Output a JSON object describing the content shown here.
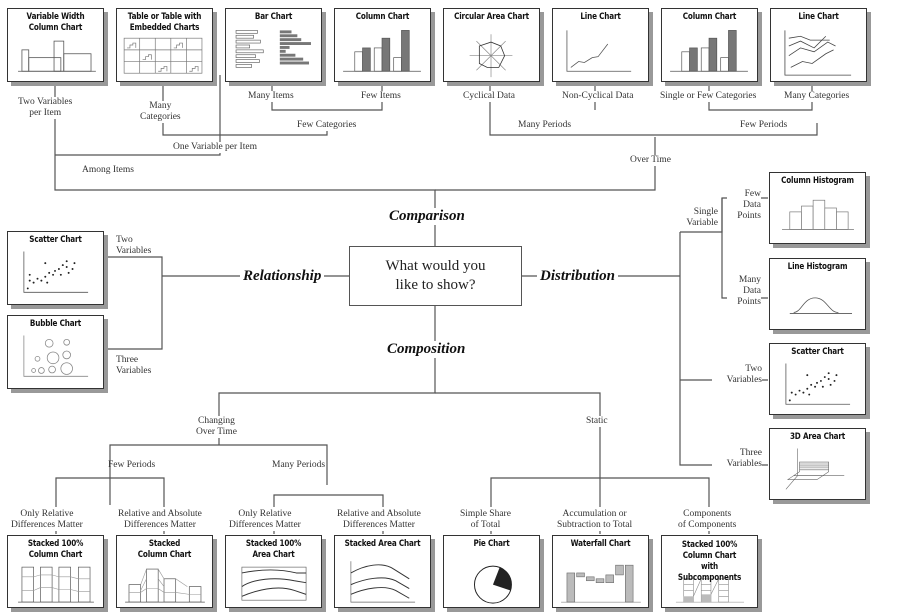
{
  "center_question": "What would you\nlike to show?",
  "categories": {
    "comparison": "Comparison",
    "relationship": "Relationship",
    "distribution": "Distribution",
    "composition": "Composition"
  },
  "comparison": {
    "among_items": "Among Items",
    "over_time": "Over Time",
    "two_variables_per_item": "Two Variables\nper Item",
    "one_variable_per_item": "One Variable per Item",
    "many_categories": "Many\nCategories",
    "few_categories": "Few Categories",
    "many_items": "Many Items",
    "few_items": "Few Items",
    "many_periods": "Many Periods",
    "few_periods": "Few Periods",
    "cyclical_data": "Cyclical Data",
    "non_cyclical_data": "Non-Cyclical Data",
    "single_or_few_categories": "Single or Few Categories",
    "many_categories_time": "Many Categories"
  },
  "relationship": {
    "two_variables": "Two\nVariables",
    "three_variables": "Three\nVariables"
  },
  "distribution": {
    "single_variable": "Single\nVariable",
    "few_data_points": "Few\nData\nPoints",
    "many_data_points": "Many\nData\nPoints",
    "two_variables": "Two\nVariables",
    "three_variables": "Three\nVariables"
  },
  "composition": {
    "changing_over_time": "Changing\nOver Time",
    "static": "Static",
    "few_periods": "Few Periods",
    "many_periods": "Many Periods",
    "only_relative_1": "Only Relative\nDifferences Matter",
    "relative_absolute_1": "Relative and Absolute\nDifferences Matter",
    "only_relative_2": "Only Relative\nDifferences Matter",
    "relative_absolute_2": "Relative and Absolute\nDifferences Matter",
    "simple_share": "Simple Share\nof Total",
    "accumulation": "Accumulation or\nSubtraction to Total",
    "components": "Components\nof Components"
  },
  "charts": {
    "variable_width_column": "Variable Width\nColumn Chart",
    "table_embedded": "Table or Table with\nEmbedded Charts",
    "bar_chart": "Bar Chart",
    "column_chart_items": "Column Chart",
    "circular_area": "Circular Area Chart",
    "line_chart_noncyclical": "Line Chart",
    "column_chart_time": "Column Chart",
    "line_chart_many": "Line Chart",
    "scatter_relationship": "Scatter Chart",
    "bubble": "Bubble Chart",
    "column_histogram": "Column Histogram",
    "line_histogram": "Line Histogram",
    "scatter_distribution": "Scatter Chart",
    "area_3d": "3D Area Chart",
    "stacked_100_column": "Stacked 100%\nColumn Chart",
    "stacked_column": "Stacked\nColumn Chart",
    "stacked_100_area": "Stacked 100%\nArea Chart",
    "stacked_area": "Stacked Area Chart",
    "pie": "Pie Chart",
    "waterfall": "Waterfall Chart",
    "stacked_100_sub": "Stacked 100% Column Chart\nwith Subcomponents"
  },
  "colors": {
    "line": "#555555",
    "dark_fill": "#777777",
    "light_fill": "#bbbbbb"
  }
}
